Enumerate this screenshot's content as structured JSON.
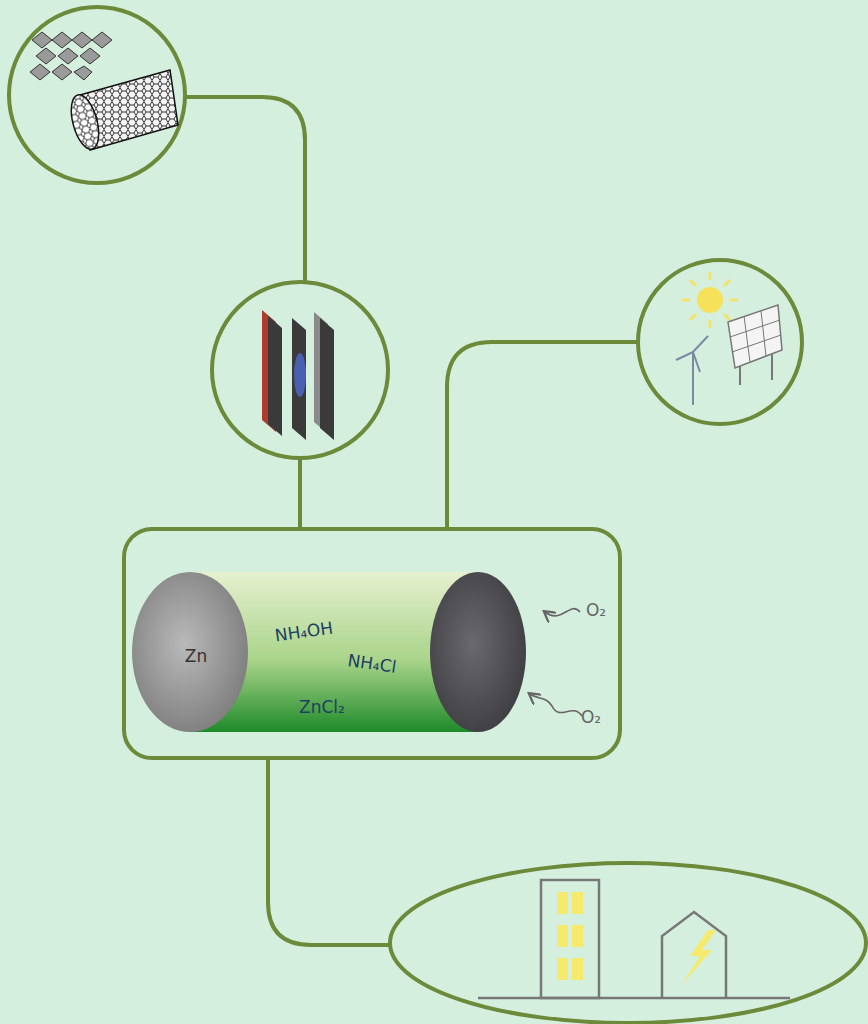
{
  "diagram": {
    "nodes": [
      {
        "text": [
          "Zn",
          "NH₄OH",
          "NH₄Cl",
          "ZnCl₂",
          "O₂",
          "O₂"
        ]
      }
    ]
  }
}
